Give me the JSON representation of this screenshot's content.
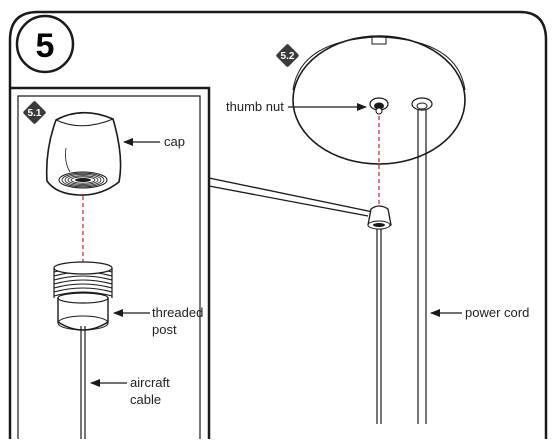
{
  "step": {
    "number": "5"
  },
  "panels": {
    "left": {
      "badge": "5.1"
    },
    "right": {
      "badge": "5.2"
    }
  },
  "labels": {
    "cap": "cap",
    "threaded_post": {
      "line1": "threaded",
      "line2": "post"
    },
    "aircraft_cable": {
      "line1": "aircraft",
      "line2": "cable"
    },
    "thumb_nut": "thumb nut",
    "power_cord": "power cord"
  },
  "colors": {
    "outline": "#1a1a1a",
    "badge": "#3a3a3a",
    "dashed_guide": "#d0202a",
    "fill": "#ffffff"
  }
}
